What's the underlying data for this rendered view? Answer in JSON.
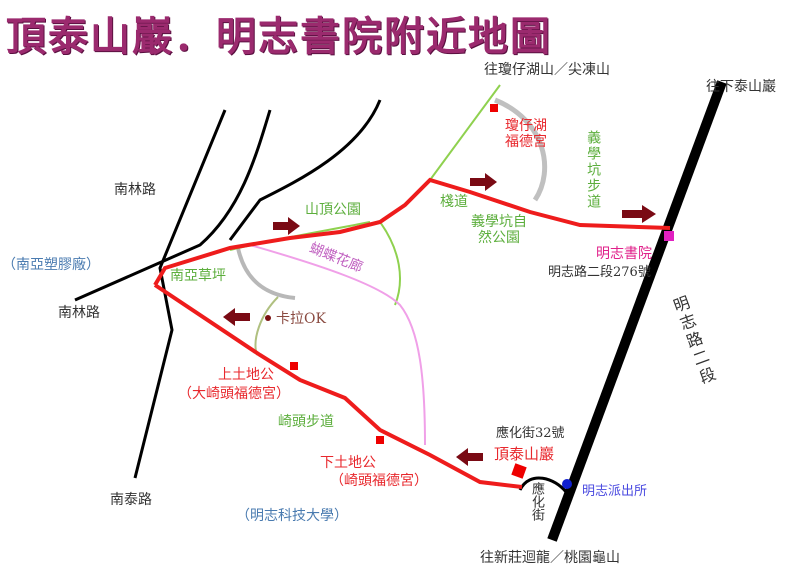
{
  "title": "頂泰山巖．明志書院附近地圖",
  "colors": {
    "trail": "#ee1c1c",
    "road": "#000000",
    "path_green": "#8fd14f",
    "path_pink": "#f0a0e8",
    "arrow": "#7a0a14",
    "title": "#9b2a6e"
  },
  "labels": {
    "to_qiongzaihu": "往瓊仔湖山／尖凍山",
    "to_xiataishan": "往下泰山巖",
    "qiongzaihu_temple": "瓊仔湖福德宮",
    "nanlin_road_top": "南林路",
    "nanya_factory": "（南亞塑膠廠）",
    "nanlin_road_bottom": "南林路",
    "nantai_road": "南泰路",
    "summit_park": "山頂公園",
    "plank_road": "棧道",
    "yixuekeng_trail": "義學坑步道",
    "yixuekeng_park": "義學坑自然公園",
    "mingzhi_academy": "明志書院",
    "academy_address": "明志路二段276號",
    "mingzhi_road_2": "明志路二段",
    "butterfly_corridor": "蝴蝶花廊",
    "nanya_lawn": "南亞草坪",
    "karaoke": "卡拉OK",
    "upper_earth_god": "上土地公",
    "upper_earth_god_sub": "（大崎頭福德宮）",
    "qitou_trail": "崎頭步道",
    "lower_earth_god": "下土地公",
    "lower_earth_god_sub": "（崎頭福德宮）",
    "yinghua_32": "應化街32號",
    "dingtaishan_temple": "頂泰山巖",
    "yinghua_street": "應化街",
    "police_station": "明志派出所",
    "university": "（明志科技大學）",
    "to_xinzhuang": "往新莊迴龍／桃園龜山"
  }
}
